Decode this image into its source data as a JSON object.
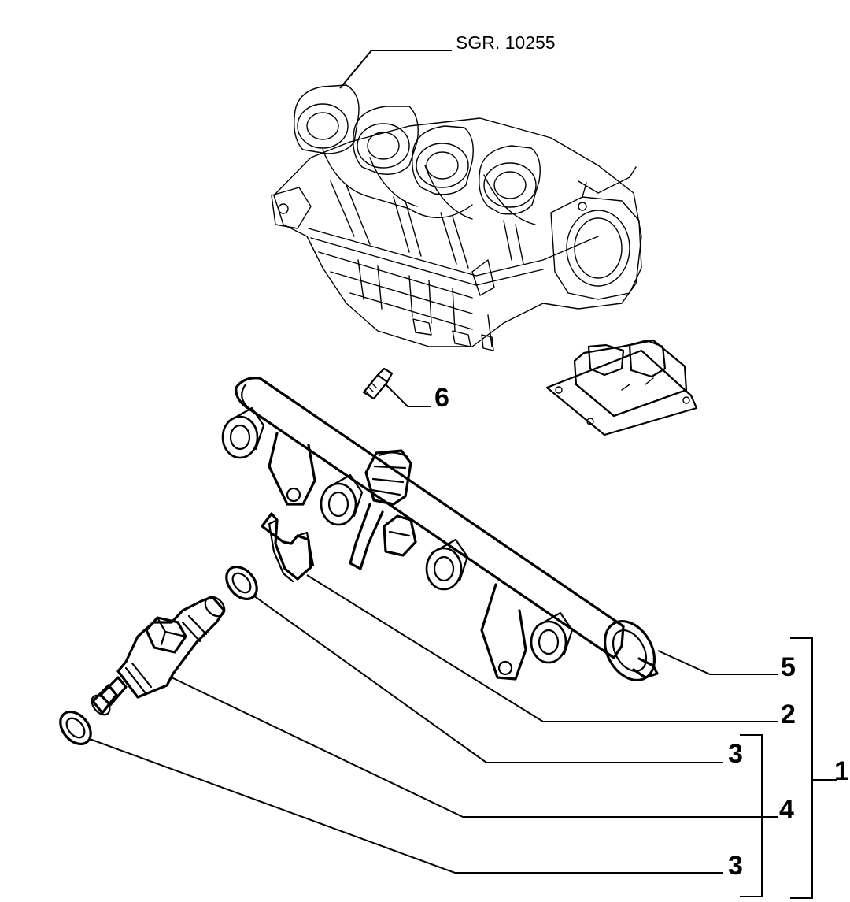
{
  "reference_label": "SGR. 10255",
  "callouts": {
    "c6": "6",
    "c5": "5",
    "c2": "2",
    "c3_upper": "3",
    "c1": "1",
    "c4": "4",
    "c3_lower": "3"
  }
}
